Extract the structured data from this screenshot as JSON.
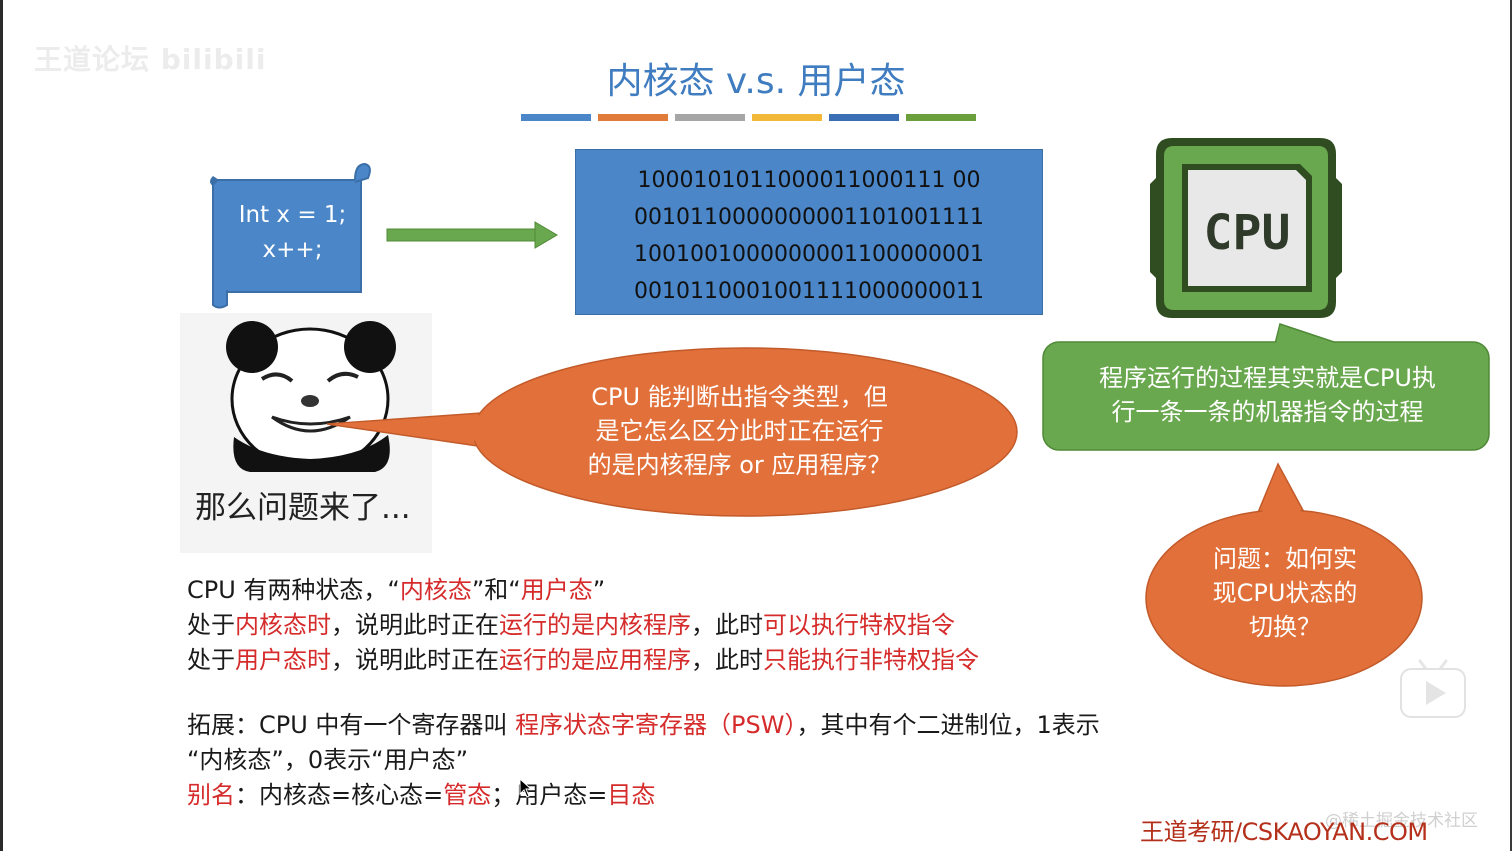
{
  "watermark": {
    "logo": "王道论坛 bilibili",
    "juejin": "@稀土掘金技术社区"
  },
  "slide": {
    "title": "内核态 v.s. 用户态",
    "title_bar_colors": [
      "#4a86c8",
      "#e07b3a",
      "#a6a6a6",
      "#f2b837",
      "#3a6eb5",
      "#6a9f3c"
    ]
  },
  "code_scroll": {
    "line1": "Int x = 1;",
    "line2": "x++;"
  },
  "binary_box": {
    "lines": [
      "1000101011000011000111 00",
      "0010110000000001101001111",
      "1001001000000001100000001",
      "0010110001001111000000011"
    ]
  },
  "cpu_icon": {
    "label": "CPU"
  },
  "green_callout": {
    "line1": "程序运行的过程其实就是CPU执",
    "line2": "行一条一条的机器指令的过程"
  },
  "meme": {
    "caption": "那么问题来了..."
  },
  "orange_callout": {
    "line1": "CPU 能判断出指令类型，但",
    "line2": "是它怎么区分此时正在运行",
    "line3": "的是内核程序 or 应用程序？"
  },
  "question_bubble": {
    "line1": "问题：如何实",
    "line2": "现CPU状态的",
    "line3": "切换？"
  },
  "body": {
    "l1": {
      "a": "CPU 有两种状态，“",
      "b": "内核态",
      "c": "”和“",
      "d": "用户态",
      "e": "”"
    },
    "l2": {
      "a": "处于",
      "b": "内核态时",
      "c": "，说明此时正在",
      "d": "运行的是内核程序",
      "e": "，此时",
      "f": "可以执行特权指令"
    },
    "l3": {
      "a": "处于",
      "b": "用户态时",
      "c": "，说明此时正在",
      "d": "运行的是应用程序",
      "e": "，此时",
      "f": "只能执行非特权指令"
    },
    "l4": {
      "a": "拓展：CPU 中有一个寄存器叫 ",
      "b": "程序状态字寄存器（PSW）",
      "c": "，其中有个二进制位，1表示"
    },
    "l5": {
      "a": "“内核态”，0表示“用户态”"
    },
    "l6": {
      "a": "别名",
      "b": "：内核态=核心态=",
      "c": "管态",
      "d": "；用户态=",
      "e": "目态"
    }
  },
  "footer": {
    "brand": "王道考研/CSKAOYAN.COM"
  },
  "colors": {
    "title_blue": "#3f7cc0",
    "box_blue": "#4a86c8",
    "callout_green": "#6aa84f",
    "callout_orange": "#e2703a",
    "highlight_red": "#d62b2b",
    "brand_red": "#b4301b"
  }
}
